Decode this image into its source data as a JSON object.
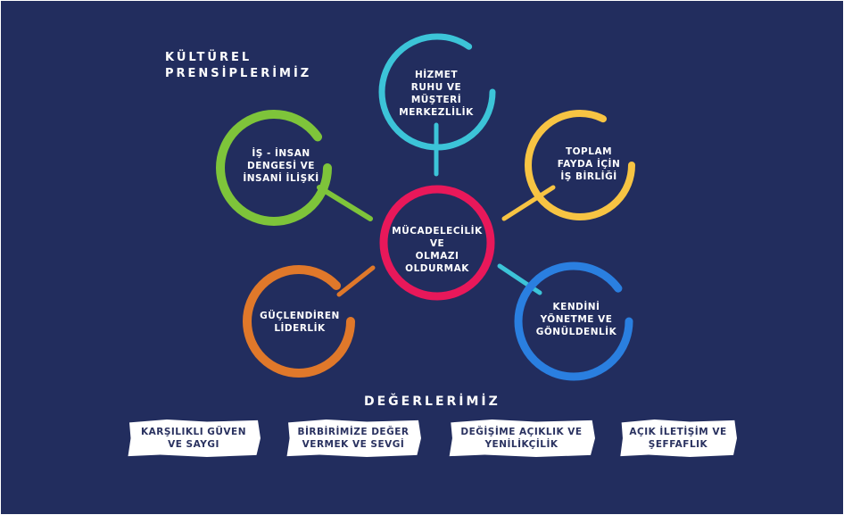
{
  "principles_title": [
    "KÜLTÜREL",
    "PRENSİPLERİMİZ"
  ],
  "center": {
    "lines": [
      "MÜCADELECİLİK",
      "VE",
      "OLMAZI",
      "OLDURMAK"
    ],
    "color": "#e8185a"
  },
  "principles": [
    {
      "lines": [
        "HİZMET",
        "RUHU VE",
        "MÜŞTERİ",
        "MERKEZLİLİK"
      ],
      "color": "#3cc4d8"
    },
    {
      "lines": [
        "İŞ - İNSAN",
        "DENGESİ VE",
        "İNSANİ İLİŞKİ"
      ],
      "color": "#7ec43a"
    },
    {
      "lines": [
        "TOPLAM",
        "FAYDA İÇİN",
        "İŞ BİRLİĞİ"
      ],
      "color": "#f7c443"
    },
    {
      "lines": [
        "GÜÇLENDİREN",
        "LİDERLİK"
      ],
      "color": "#e0782a"
    },
    {
      "lines": [
        "KENDİNİ",
        "YÖNETME VE",
        "GÖNÜLDENLİK"
      ],
      "color": "#2a7fe0"
    }
  ],
  "values_title": "DEĞERLERİMİZ",
  "values": [
    {
      "lines": [
        "KARŞILIKLI GÜVEN",
        "VE SAYGI"
      ]
    },
    {
      "lines": [
        "BİRBİRİMİZE DEĞER",
        "VERMEK VE SEVGİ"
      ]
    },
    {
      "lines": [
        "DEĞİŞİME AÇIKLIK VE",
        "YENİLİKÇİLİK"
      ]
    },
    {
      "lines": [
        "AÇIK İLETİŞİM VE",
        "ŞEFFAFLIK"
      ]
    }
  ]
}
